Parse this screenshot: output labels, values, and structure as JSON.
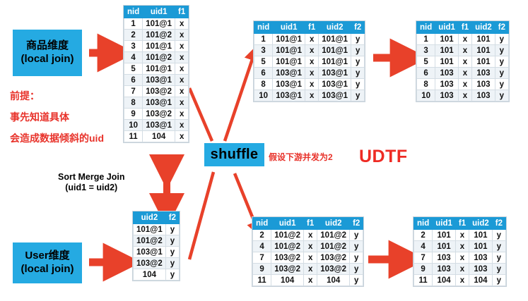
{
  "meta": {
    "accent_blue": "#25AAE2",
    "table_header_blue": "#1B9AD6",
    "arrow_red": "#E8412A",
    "note_red": "#E8322A"
  },
  "boxes": {
    "product_dim": {
      "line1": "商品维度",
      "line2": "(local join)"
    },
    "user_dim": {
      "line1": "User维度",
      "line2": "(local join)"
    },
    "shuffle": {
      "label": "shuffle"
    }
  },
  "notes": {
    "premise_line1": "前提：",
    "premise_line2": "事先知道具体",
    "premise_line3": "会造成数据倾斜的uid",
    "shuffle_note": "假设下游并发为2",
    "udtf": "UDTF",
    "sort_merge_join_line1": "Sort Merge Join",
    "sort_merge_join_line2": "(uid1 = uid2)"
  },
  "tables": {
    "product_source": {
      "name": "product-source-table",
      "headers": [
        "nid",
        "uid1",
        "f1"
      ],
      "rows": [
        [
          "1",
          "101@1",
          "x"
        ],
        [
          "2",
          "101@2",
          "x"
        ],
        [
          "3",
          "101@1",
          "x"
        ],
        [
          "4",
          "101@2",
          "x"
        ],
        [
          "5",
          "101@1",
          "x"
        ],
        [
          "6",
          "103@1",
          "x"
        ],
        [
          "7",
          "103@2",
          "x"
        ],
        [
          "8",
          "103@1",
          "x"
        ],
        [
          "9",
          "103@2",
          "x"
        ],
        [
          "10",
          "103@1",
          "x"
        ],
        [
          "11",
          "104",
          "x"
        ]
      ]
    },
    "user_source": {
      "name": "user-source-table",
      "headers": [
        "uid2",
        "f2"
      ],
      "rows": [
        [
          "101@1",
          "y"
        ],
        [
          "101@2",
          "y"
        ],
        [
          "103@1",
          "y"
        ],
        [
          "103@2",
          "y"
        ],
        [
          "104",
          "y"
        ]
      ]
    },
    "joined_top": {
      "name": "joined-partition-1-table",
      "headers": [
        "nid",
        "uid1",
        "f1",
        "uid2",
        "f2"
      ],
      "rows": [
        [
          "1",
          "101@1",
          "x",
          "101@1",
          "y"
        ],
        [
          "3",
          "101@1",
          "x",
          "101@1",
          "y"
        ],
        [
          "5",
          "101@1",
          "x",
          "101@1",
          "y"
        ],
        [
          "6",
          "103@1",
          "x",
          "103@1",
          "y"
        ],
        [
          "8",
          "103@1",
          "x",
          "103@1",
          "y"
        ],
        [
          "10",
          "103@1",
          "x",
          "103@1",
          "y"
        ]
      ]
    },
    "joined_bottom": {
      "name": "joined-partition-2-table",
      "headers": [
        "nid",
        "uid1",
        "f1",
        "uid2",
        "f2"
      ],
      "rows": [
        [
          "2",
          "101@2",
          "x",
          "101@2",
          "y"
        ],
        [
          "4",
          "101@2",
          "x",
          "101@2",
          "y"
        ],
        [
          "7",
          "103@2",
          "x",
          "103@2",
          "y"
        ],
        [
          "9",
          "103@2",
          "x",
          "103@2",
          "y"
        ],
        [
          "11",
          "104",
          "x",
          "104",
          "y"
        ]
      ]
    },
    "udtf_top": {
      "name": "udtf-output-1-table",
      "headers": [
        "nid",
        "uid1",
        "f1",
        "uid2",
        "f2"
      ],
      "rows": [
        [
          "1",
          "101",
          "x",
          "101",
          "y"
        ],
        [
          "3",
          "101",
          "x",
          "101",
          "y"
        ],
        [
          "5",
          "101",
          "x",
          "101",
          "y"
        ],
        [
          "6",
          "103",
          "x",
          "103",
          "y"
        ],
        [
          "8",
          "103",
          "x",
          "103",
          "y"
        ],
        [
          "10",
          "103",
          "x",
          "103",
          "y"
        ]
      ]
    },
    "udtf_bottom": {
      "name": "udtf-output-2-table",
      "headers": [
        "nid",
        "uid1",
        "f1",
        "uid2",
        "f2"
      ],
      "rows": [
        [
          "2",
          "101",
          "x",
          "101",
          "y"
        ],
        [
          "4",
          "101",
          "x",
          "101",
          "y"
        ],
        [
          "7",
          "103",
          "x",
          "103",
          "y"
        ],
        [
          "9",
          "103",
          "x",
          "103",
          "y"
        ],
        [
          "11",
          "104",
          "x",
          "104",
          "y"
        ]
      ]
    }
  }
}
